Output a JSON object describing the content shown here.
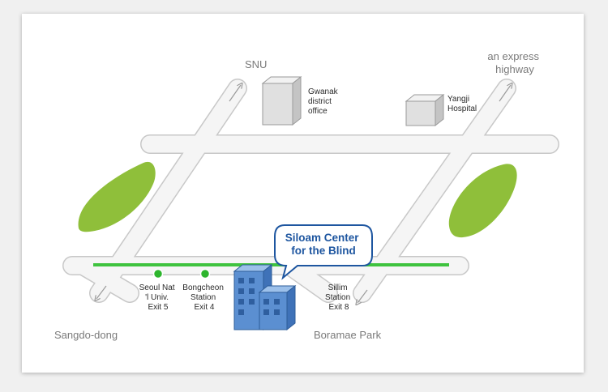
{
  "places": {
    "snu": "SNU",
    "express_highway": [
      "an express",
      "highway"
    ],
    "gwanak_office": [
      "Gwanak",
      "district",
      "office"
    ],
    "yangji_hospital": [
      "Yangji",
      "Hospital"
    ],
    "sangdo_dong": "Sangdo-dong",
    "boramae_park": "Boramae Park"
  },
  "stations": [
    {
      "id": "seoul-nat-univ",
      "lines": [
        "Seoul Nat",
        "'l Univ.",
        "Exit 5"
      ]
    },
    {
      "id": "bongcheon",
      "lines": [
        "Bongcheon",
        "Station",
        "Exit 4"
      ]
    },
    {
      "id": "sillim",
      "lines": [
        "Sillim",
        "Station",
        "Exit 8"
      ]
    }
  ],
  "center": {
    "lines": [
      "Siloam Center",
      "for the Blind"
    ]
  },
  "colors": {
    "road_fill": "#f4f4f4",
    "road_edge": "#c8c8c8",
    "subway_line": "#3fc33f",
    "station_dot": "#2db52d",
    "park": "#8fbf3a",
    "bubble_border": "#1e56a0",
    "building_blue": "#5b8fd1",
    "building_gray": "#dcdcdc"
  }
}
